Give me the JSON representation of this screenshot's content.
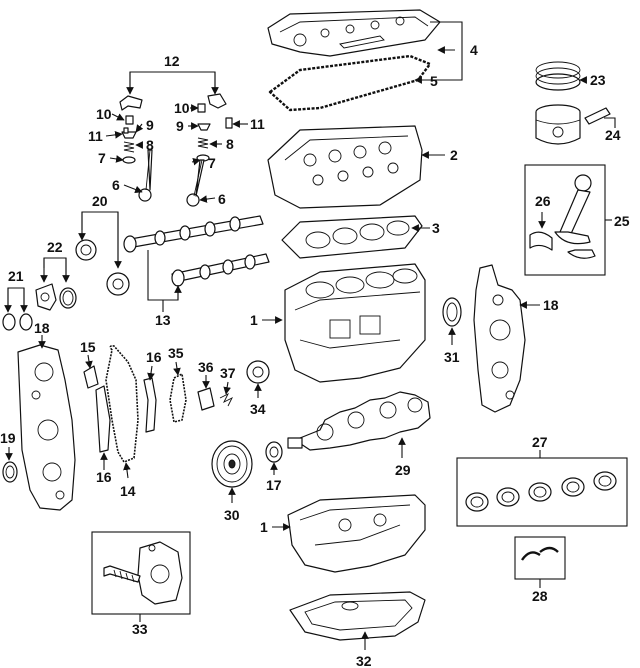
{
  "callouts": {
    "c1a": "1",
    "c1b": "1",
    "c2": "2",
    "c3": "3",
    "c4": "4",
    "c5": "5",
    "c6a": "6",
    "c6b": "6",
    "c7a": "7",
    "c7b": "7",
    "c8a": "8",
    "c8b": "8",
    "c9a": "9",
    "c9b": "9",
    "c10a": "10",
    "c10b": "10",
    "c11a": "11",
    "c11b": "11",
    "c12": "12",
    "c13": "13",
    "c14": "14",
    "c15": "15",
    "c16a": "16",
    "c16b": "16",
    "c17": "17",
    "c18a": "18",
    "c18b": "18",
    "c19": "19",
    "c20": "20",
    "c21": "21",
    "c22": "22",
    "c23": "23",
    "c24": "24",
    "c25": "25",
    "c26": "26",
    "c27": "27",
    "c28": "28",
    "c29": "29",
    "c30": "30",
    "c31": "31",
    "c32": "32",
    "c33": "33",
    "c34": "34",
    "c35": "35",
    "c36": "36",
    "c37": "37"
  },
  "colors": {
    "line": "#111111",
    "background": "#ffffff"
  }
}
